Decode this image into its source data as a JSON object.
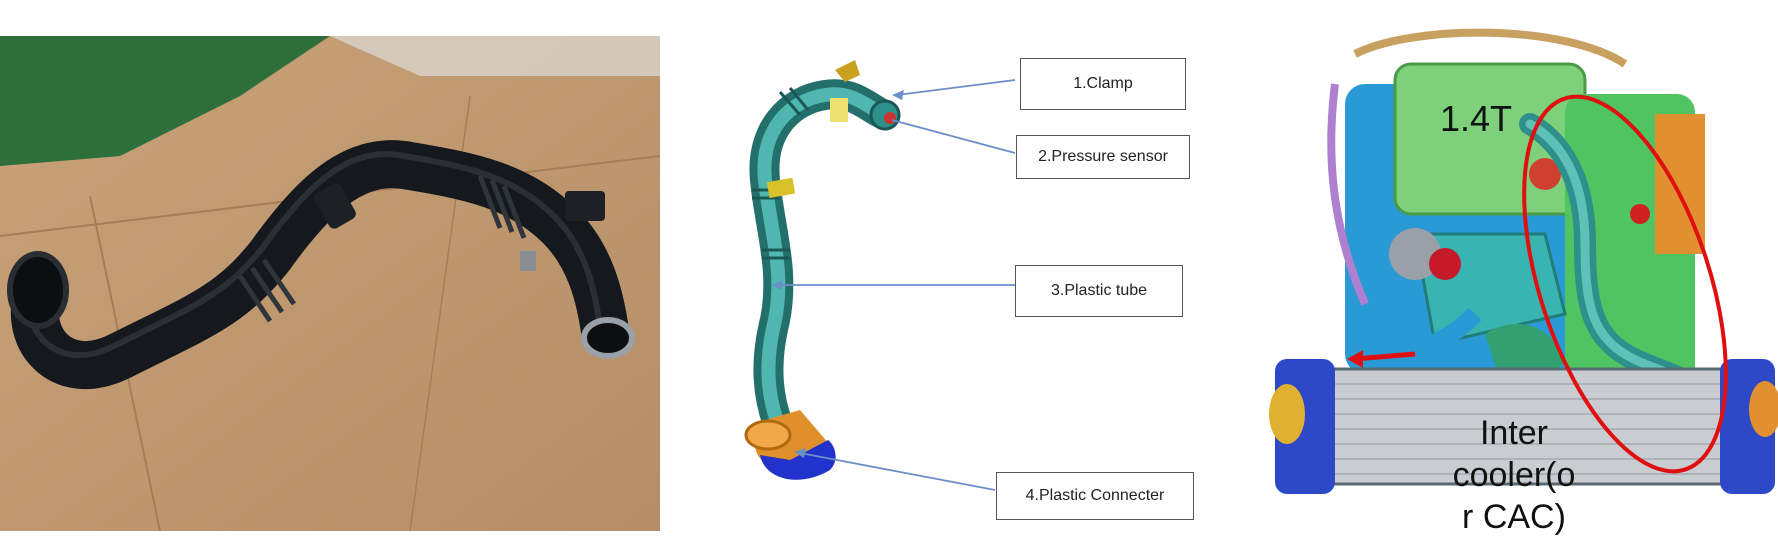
{
  "photo": {
    "icon": "hose-photo-icon"
  },
  "schematic": {
    "callouts": [
      {
        "id": "clamp",
        "label": "1.Clamp"
      },
      {
        "id": "pressure-sensor",
        "label": "2.Pressure sensor"
      },
      {
        "id": "plastic-tube",
        "label": "3.Plastic tube"
      },
      {
        "id": "plastic-connecter",
        "label": "4.Plastic Connecter"
      }
    ],
    "colors": {
      "tube": "#2f8f8a",
      "connector": "#e0902a",
      "clamp": "#c9a020",
      "blue_end": "#2233cc",
      "line": "#6a8fc8"
    }
  },
  "engine": {
    "engine_label": "1.4T",
    "intercooler_label": "Inter cooler(o r CAC)",
    "intercooler_lines": [
      "Inter",
      "cooler(o",
      "r CAC)"
    ],
    "colors": {
      "highlight": "#e01010",
      "block": "#2a9ad6",
      "cover": "#7ed07a"
    }
  }
}
